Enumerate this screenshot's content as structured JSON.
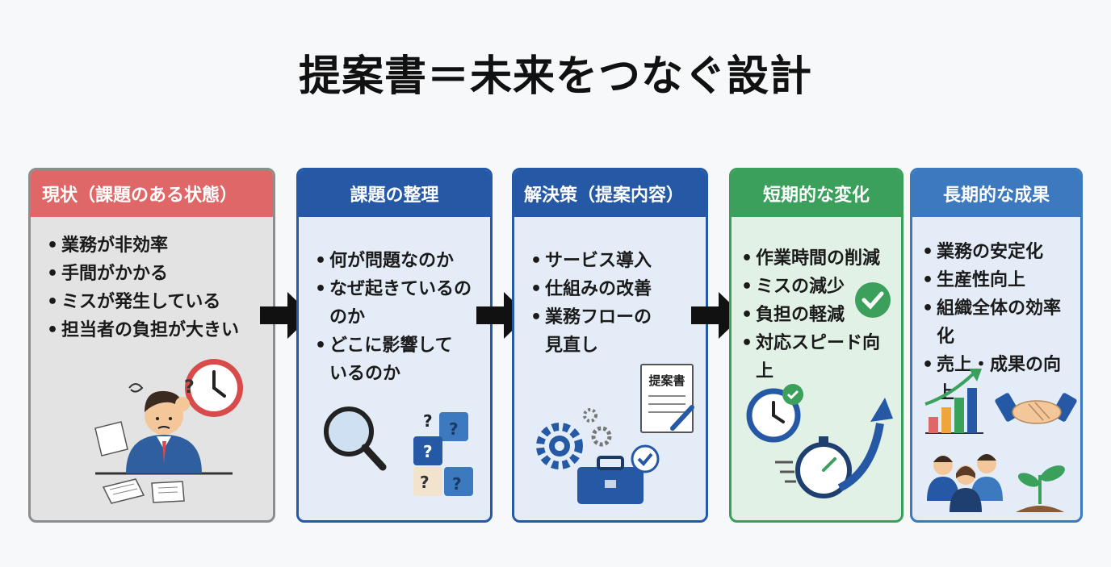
{
  "title": "提案書＝未来をつなぐ設計",
  "cards": [
    {
      "header": "現状（課題のある状態）",
      "items": [
        "業務が非効率",
        "手間がかかる",
        "ミスが発生している",
        "担当者の負担が大きい"
      ]
    },
    {
      "header": "課題の整理",
      "items": [
        {
          "l1": "何が問題なのか"
        },
        {
          "l1": "なぜ起きているの",
          "l2": "のか"
        },
        {
          "l1": "どこに影響して",
          "l2": "いるのか"
        }
      ]
    },
    {
      "header": "解決策（提案内容）",
      "items": [
        {
          "l1": "サービス導入"
        },
        {
          "l1": "仕組みの改善"
        },
        {
          "l1": "業務フローの",
          "l2": "見直し"
        }
      ],
      "doc_label": "提案書"
    },
    {
      "header": "短期的な変化",
      "items": [
        "作業時間の削減",
        "ミスの減少",
        "負担の軽減",
        "対応スピード向上"
      ]
    },
    {
      "header": "長期的な成果",
      "items": [
        "業務の安定化",
        "生産性向上",
        "組織全体の効率化",
        "売上・成果の向上"
      ]
    }
  ],
  "colors": {
    "red": "#e06767",
    "blue": "#2559a6",
    "green": "#3aa05c",
    "midblue": "#3d79be",
    "grey_bg": "#e3e3e3",
    "light_blue_bg": "#e3ecf7",
    "light_green_bg": "#e2f1e6"
  }
}
